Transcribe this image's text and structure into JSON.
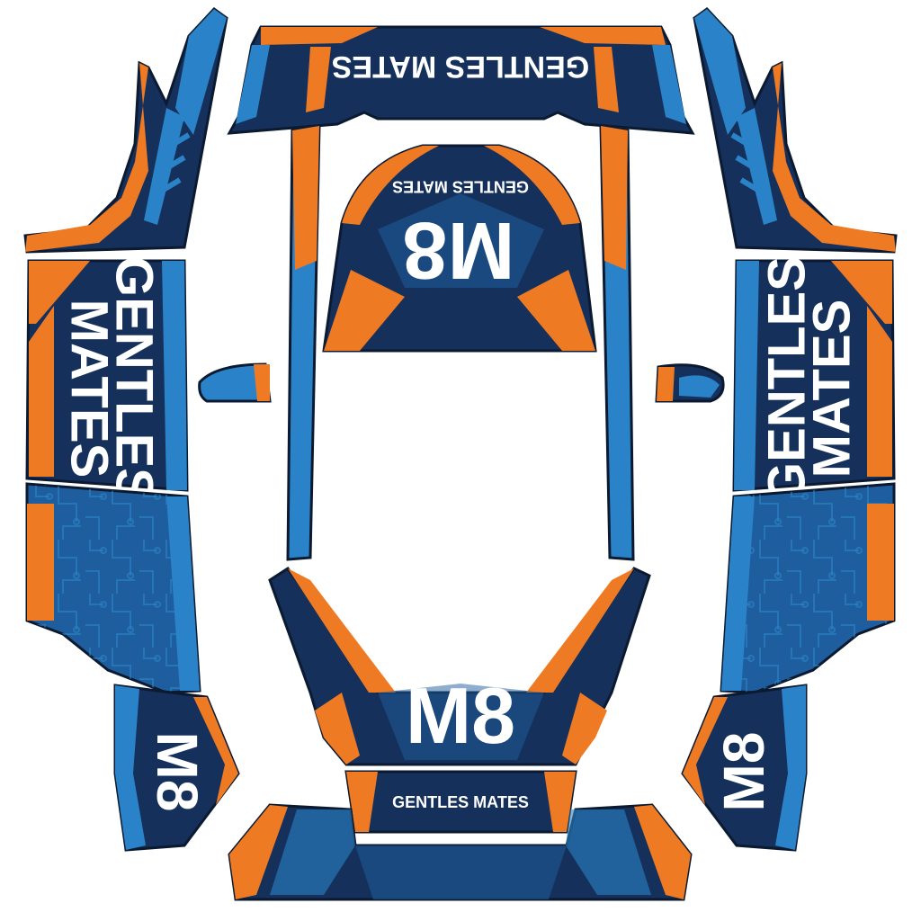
{
  "brand": {
    "name": "GENTLES MATES",
    "line1": "GENTLES",
    "line2": "MATES",
    "logo": "M8"
  },
  "colors": {
    "navy": "#15305a",
    "navy_dark": "#0f2547",
    "blue": "#2a83c8",
    "blue_mid": "#1f5e9e",
    "orange": "#ef7a24",
    "orange_dark": "#d4611a",
    "outline": "#0b1a30",
    "background": "#ffffff"
  },
  "pieces": [
    "rear-wing",
    "hood",
    "roof-rail-left",
    "roof-rail-right",
    "mirror-left",
    "mirror-right",
    "side-upper-left",
    "side-upper-right",
    "door-front-left",
    "door-front-right",
    "door-rear-left",
    "door-rear-right",
    "fender-left",
    "fender-right",
    "front-bumper",
    "lower-lip",
    "front-splitter"
  ]
}
